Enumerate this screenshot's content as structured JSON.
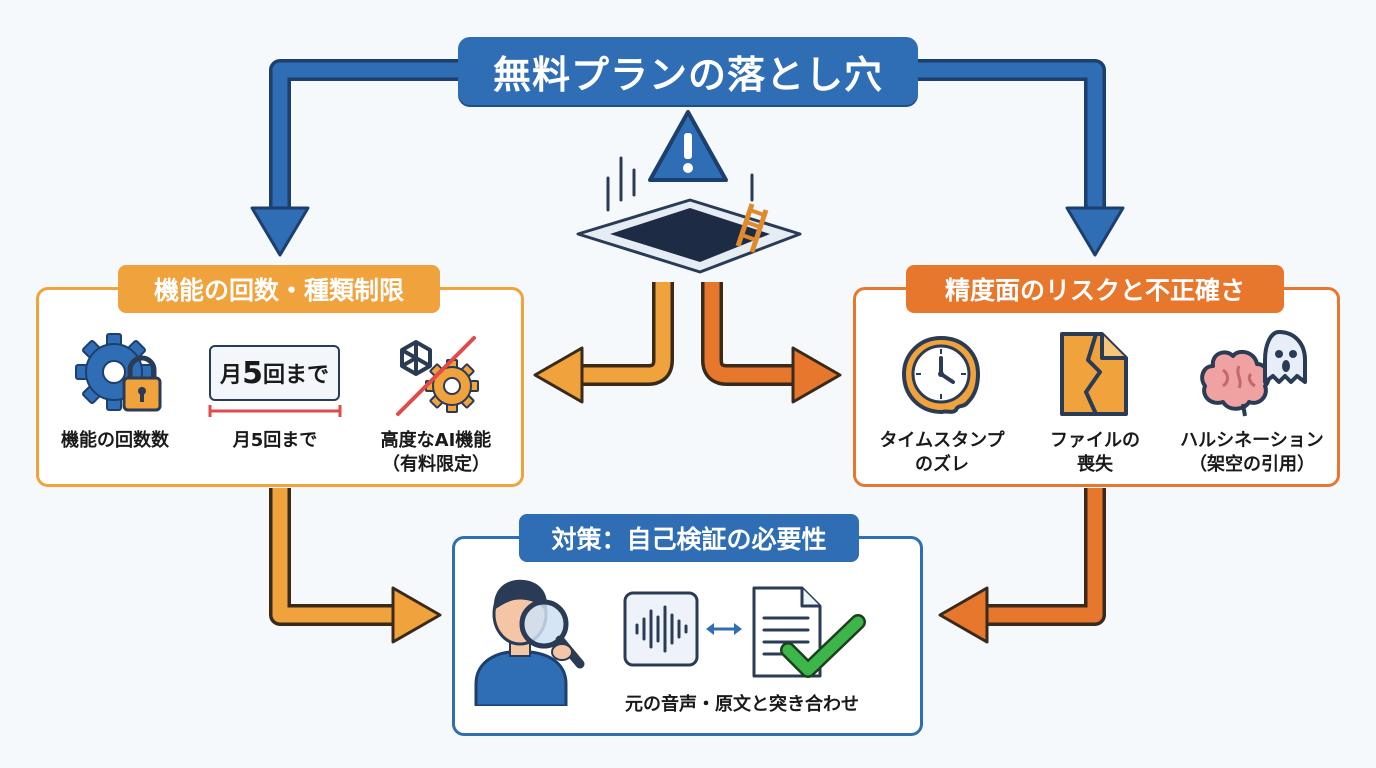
{
  "title": "無料プランの落とし穴",
  "left_card": {
    "title": "機能の回数・種類制限",
    "badge": {
      "prefix": "月",
      "number": "5",
      "suffix": "回まで"
    },
    "items": [
      {
        "label": "機能の回数数",
        "icon": "gear-lock-icon"
      },
      {
        "label": "月5回まで",
        "icon": "limit-badge-icon"
      },
      {
        "line1": "高度なAI機能",
        "line2": "（有料限定）",
        "icon": "ai-disabled-icon"
      }
    ]
  },
  "right_card": {
    "title": "精度面のリスクと不正確さ",
    "items": [
      {
        "line1": "タイムスタンプ",
        "line2": "のズレ",
        "icon": "melting-clock-icon"
      },
      {
        "line1": "ファイルの",
        "line2": "喪失",
        "icon": "broken-file-icon"
      },
      {
        "line1": "ハルシネーション",
        "line2": "（架空の引用）",
        "icon": "brain-ghost-icon"
      }
    ]
  },
  "bottom_card": {
    "title": "対策：自己検証の必要性",
    "caption": "元の音声・原文と突き合わせ",
    "icons": [
      "person-magnifier-icon",
      "audio-wave-icon",
      "compare-arrow-icon",
      "document-check-icon"
    ]
  },
  "colors": {
    "blue": "#2f6db5",
    "orange": "#f0a23c",
    "red_orange": "#e8772e",
    "dark": "#2a3b55",
    "check_green": "#3cb54a"
  }
}
